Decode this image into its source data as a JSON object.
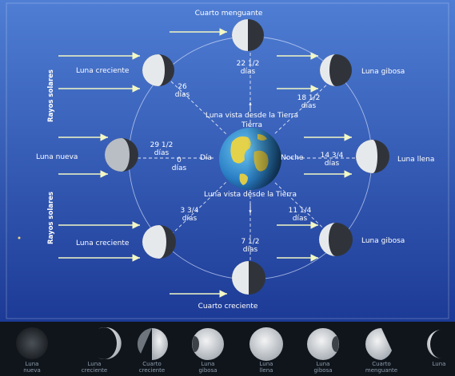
{
  "diagram": {
    "colors": {
      "background_top": "#4f7ed4",
      "background_bottom": "#1c3a96",
      "ray": "#f2f7c4",
      "orbit": "#dfe6ff",
      "moon_lit": "#e6e9ec",
      "moon_dark": "#30343a",
      "strip_background": "#10151c"
    },
    "sun_rays_label_top": "Rayos solares",
    "sun_rays_label_bottom": "Rayos solares",
    "earth": {
      "label_day": "Día",
      "label_night": "Noche",
      "label_tierra": "Tierra",
      "label_view_top": "Luna vista desde la Tierra",
      "label_view_bottom": "Luna vista desde la Tierra"
    },
    "phases": {
      "cuarto_menguante": "Cuarto menguante",
      "luna_creciente_top": "Luna creciente",
      "luna_gibosa_top": "Luna gibosa",
      "luna_nueva": "Luna nueva",
      "luna_llena": "Luna llena",
      "luna_creciente_bottom": "Luna creciente",
      "luna_gibosa_bottom": "Luna gibosa",
      "cuarto_creciente": "Cuarto creciente"
    },
    "day_counts": {
      "top_line1": "22 1/2",
      "top_line2": "días",
      "upper_left_line1": "26",
      "upper_left_line2": "días",
      "upper_right_line1": "18 1/2",
      "upper_right_line2": "días",
      "left_a_line1": "29 1/2",
      "left_a_line2": "días",
      "left_b_line1": "0",
      "left_b_line2": "días",
      "right_line1": "14 3/4",
      "right_line2": "días",
      "lower_left_line1": "3 3/4",
      "lower_left_line2": "días",
      "lower_right_line1": "11 1/4",
      "lower_right_line2": "días",
      "bottom_line1": "7 1/2",
      "bottom_line2": "días"
    }
  },
  "strip": {
    "moons": [
      {
        "line1": "Luna",
        "line2": "nueva"
      },
      {
        "line1": "Luna",
        "line2": "creciente"
      },
      {
        "line1": "Cuarto",
        "line2": "creciente"
      },
      {
        "line1": "Luna",
        "line2": "gibosa"
      },
      {
        "line1": "Luna",
        "line2": "llena"
      },
      {
        "line1": "Luna",
        "line2": "gibosa"
      },
      {
        "line1": "Cuarto",
        "line2": "menguante"
      },
      {
        "line1": "Luna",
        "line2": ""
      }
    ]
  }
}
